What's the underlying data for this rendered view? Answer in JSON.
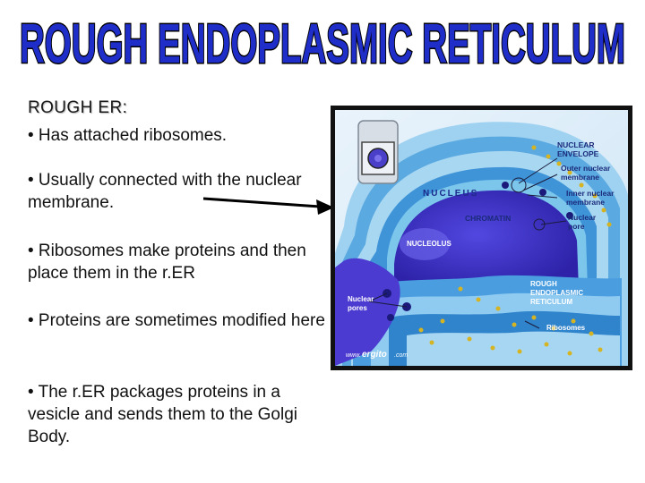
{
  "slide": {
    "title": "ROUGH ENDOPLASMIC RETICULUM",
    "subhead": {
      "term": "ROUGH ER",
      "suffix": ":"
    },
    "bullets": [
      "• Has attached ribosomes.",
      "• Usually connected with the nuclear membrane.",
      "• Ribosomes make proteins and then place them in the r.ER",
      "• Proteins are sometimes modified here",
      "• The r.ER packages proteins in a vesicle and sends them to the Golgi Body."
    ]
  },
  "figure": {
    "labels": {
      "nuclear_envelope_1": "NUCLEAR",
      "nuclear_envelope_2": "ENVELOPE",
      "outer_membrane_1": "Outer nuclear",
      "outer_membrane_2": "membrane",
      "inner_membrane_1": "Inner nuclear",
      "inner_membrane_2": "membrane",
      "nuclear_pore_1": "Nuclear",
      "nuclear_pore_2": "pore",
      "nucleus": "NUCLEUS",
      "chromatin": "CHROMATIN",
      "nucleolus": "NUCLEOLUS",
      "nuclear_pores_1": "Nuclear",
      "nuclear_pores_2": "pores",
      "rough_er_1": "ROUGH",
      "rough_er_2": "ENDOPLASMIC",
      "rough_er_3": "RETICULUM",
      "ribosomes": "Ribosomes",
      "watermark_prefix": "www.",
      "watermark_brand": "ergito",
      "watermark_suffix": ".com"
    },
    "colors": {
      "nucleus": "#3a2fc0",
      "envelope": "#7cc6ec",
      "er": "#3a8fd6",
      "ribosome": "#d6b421"
    }
  }
}
